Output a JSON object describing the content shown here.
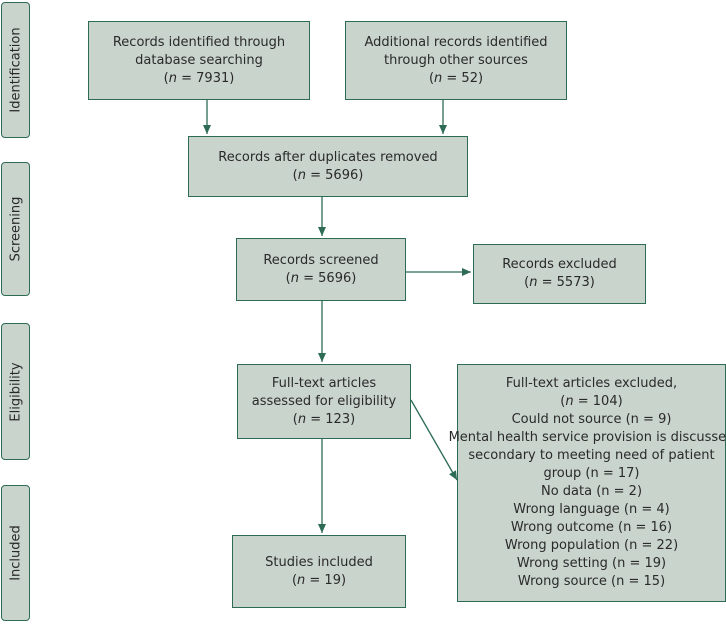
{
  "phases": {
    "identification": "Identification",
    "screening": "Screening",
    "eligibility": "Eligibility",
    "included": "Included"
  },
  "boxes": {
    "database": {
      "lines": [
        "Records identified through",
        "database searching"
      ],
      "n_sym": "n",
      "n_rest": " = 7931"
    },
    "other": {
      "lines": [
        "Additional records identified",
        "through other sources"
      ],
      "n_sym": "n",
      "n_rest": " = 52"
    },
    "duplicates": {
      "lines": [
        "Records after duplicates removed"
      ],
      "n_sym": "n",
      "n_rest": " = 5696"
    },
    "screened": {
      "lines": [
        "Records screened"
      ],
      "n_sym": "n",
      "n_rest": " = 5696"
    },
    "excluded": {
      "lines": [
        "Records excluded"
      ],
      "n_sym": "n",
      "n_rest": " = 5573"
    },
    "fulltext": {
      "lines": [
        "Full-text articles",
        "assessed for eligibility"
      ],
      "n_sym": "n",
      "n_rest": " = 123"
    },
    "included": {
      "lines": [
        "Studies included"
      ],
      "n_sym": "n",
      "n_rest": " = 19"
    },
    "ft_excluded": {
      "title": "Full-text articles excluded,",
      "title_n_sym": "n",
      "title_n_rest": " = 104",
      "reasons": [
        {
          "pre": "Could not source (",
          "n": " = 9"
        },
        {
          "pre": "Mental health service provision is discussed",
          "n": ""
        },
        {
          "pre": "secondary to meeting need of patient",
          "n": ""
        },
        {
          "pre": "group (",
          "n": " = 17"
        },
        {
          "pre": "No data (",
          "n": " = 2"
        },
        {
          "pre": "Wrong language (",
          "n": " = 4"
        },
        {
          "pre": "Wrong outcome (",
          "n": " = 16"
        },
        {
          "pre": "Wrong population (",
          "n": " = 22"
        },
        {
          "pre": "Wrong setting (",
          "n": " = 19"
        },
        {
          "pre": "Wrong source (",
          "n": " = 15"
        }
      ]
    }
  },
  "colors": {
    "box_fill": "#c9d4cd",
    "border": "#2d6b55",
    "arrow": "#2d6b55"
  }
}
